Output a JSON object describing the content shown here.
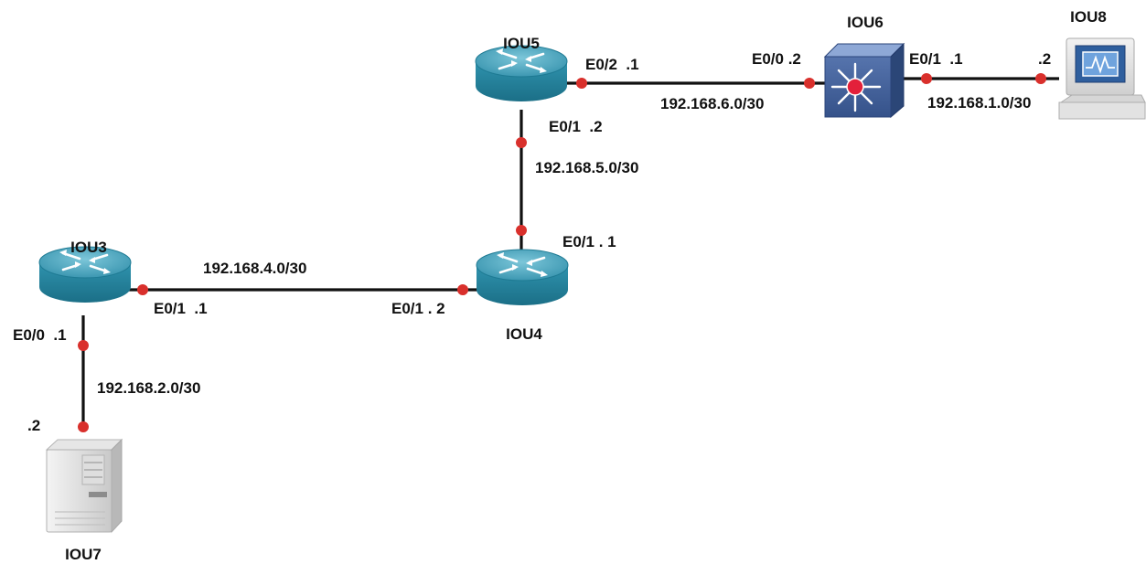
{
  "devices": {
    "iou3": {
      "name": "IOU3",
      "type": "router"
    },
    "iou4": {
      "name": "IOU4",
      "type": "router"
    },
    "iou5": {
      "name": "IOU5",
      "type": "router"
    },
    "iou6": {
      "name": "IOU6",
      "type": "multilayer-switch"
    },
    "iou7": {
      "name": "IOU7",
      "type": "server"
    },
    "iou8": {
      "name": "IOU8",
      "type": "workstation"
    }
  },
  "links": {
    "iou3_iou7": {
      "subnet": "192.168.2.0/30",
      "end_a_label": "E0/0  .1",
      "end_b_label": ".2"
    },
    "iou3_iou4": {
      "subnet": "192.168.4.0/30",
      "end_a_label": "E0/1  .1",
      "end_b_label": "E0/1 . 2"
    },
    "iou4_iou5": {
      "subnet": "192.168.5.0/30",
      "end_a_label": "E0/1 . 1",
      "end_b_label": "E0/1  .2"
    },
    "iou5_iou6": {
      "subnet": "192.168.6.0/30",
      "end_a_label": "E0/2  .1",
      "end_b_label": "E0/0 .2"
    },
    "iou6_iou8": {
      "subnet": "192.168.1.0/30",
      "end_a_label": "E0/1  .1",
      "end_b_label": ".2"
    }
  },
  "colors": {
    "link": "#111111",
    "port_dot": "#d9302c",
    "router_body": "#2e8ea8",
    "router_top": "#5fb3c9",
    "switch_body": "#3c5b96",
    "switch_top": "#7e9ccc",
    "switch_center": "#e3203a"
  }
}
